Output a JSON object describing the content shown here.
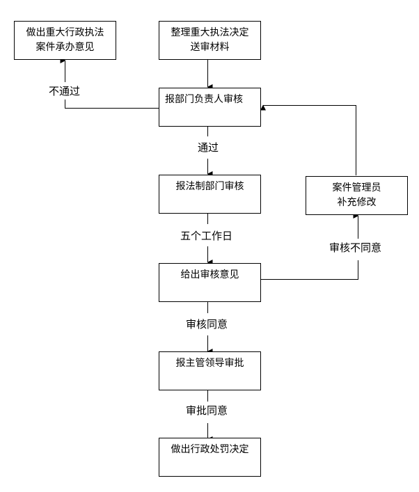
{
  "nodes": {
    "case_opinion": {
      "line1": "做出重大行政执法",
      "line2": "案件承办意见"
    },
    "organize": {
      "line1": "整理重大执法决定",
      "line2": "送审材料"
    },
    "dept_head": {
      "text": "报部门负责人审核"
    },
    "legal_dept": {
      "text": "报法制部门审核"
    },
    "review_opinion": {
      "text": "给出审核意见"
    },
    "leader": {
      "text": "报主管领导审批"
    },
    "decision": {
      "text": "做出行政处罚决定"
    },
    "case_manager": {
      "line1": "案件管理员",
      "line2": "补充修改"
    }
  },
  "edges": {
    "not_pass": "不通过",
    "pass": "通过",
    "five_days": "五个工作日",
    "review_disagree": "审核不同意",
    "review_agree": "审核同意",
    "approve_agree": "审批同意"
  }
}
